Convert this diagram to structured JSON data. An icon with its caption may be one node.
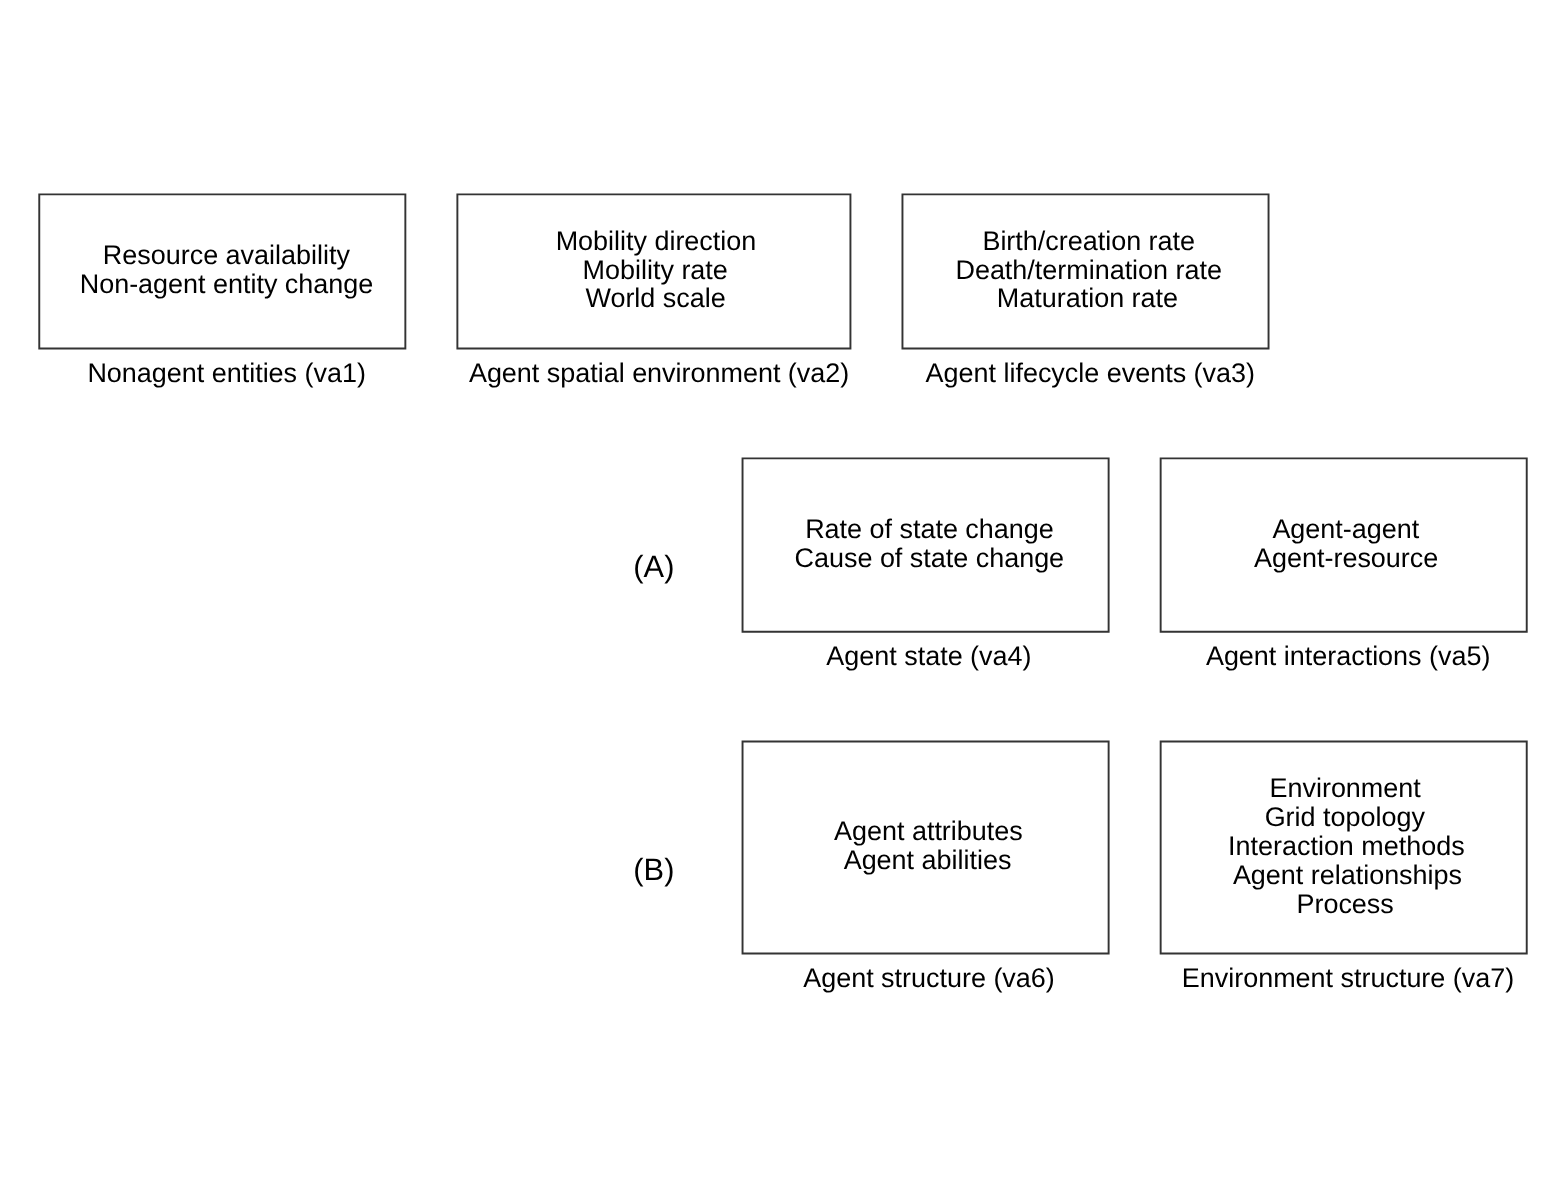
{
  "diagram": {
    "nodes": [
      {
        "text": [
          "Resource availability",
          "Non-agent entity change"
        ],
        "beside": [
          "Nonagent entities (va1)"
        ]
      },
      {
        "text": [
          "Mobility direction",
          "Mobility rate",
          "World scale"
        ],
        "beside": [
          "Agent spatial environment (va2)"
        ]
      },
      {
        "text": [
          "Birth/creation rate",
          "Death/termination rate",
          "Maturation rate"
        ],
        "beside": [
          "Agent lifecycle events (va3)"
        ]
      },
      {
        "text": [
          "Rate of state change",
          "Cause of state change"
        ],
        "beside": [
          "Agent state (va4)"
        ]
      },
      {
        "text": [
          "Agent-agent",
          "Agent-resource"
        ],
        "beside": [
          "Agent interactions (va5)"
        ]
      },
      {
        "text": [
          "Agent attributes",
          "Agent abilities"
        ],
        "beside": [
          "Agent structure (va6)"
        ]
      },
      {
        "text": [
          "Environment",
          "Grid topology",
          "Interaction methods",
          "Agent relationships",
          "Process"
        ],
        "beside": [
          "Environment structure (va7)"
        ]
      }
    ],
    "labels": [
      "(A)",
      "(B)"
    ]
  }
}
